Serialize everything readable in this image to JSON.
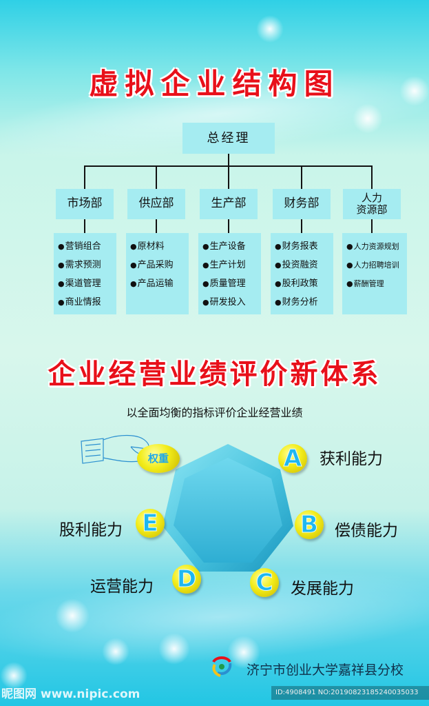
{
  "org_chart": {
    "title": "虚拟企业结构图",
    "ceo": "总经理",
    "departments": [
      {
        "name": "市场部",
        "duties": [
          "营销组合",
          "需求预测",
          "渠道管理",
          "商业情报"
        ]
      },
      {
        "name": "供应部",
        "duties": [
          "原材料",
          "产品采购",
          "产品运输"
        ]
      },
      {
        "name": "生产部",
        "duties": [
          "生产设备",
          "生产计划",
          "质量管理",
          "研发投入"
        ]
      },
      {
        "name": "财务部",
        "duties": [
          "财务报表",
          "投资融资",
          "股利政策",
          "财务分析"
        ]
      },
      {
        "name": "人力\n资源部",
        "duties": [
          "人力资源规划",
          "人力招聘培训",
          "薪酬管理"
        ]
      }
    ]
  },
  "evaluation": {
    "title": "企业经营业绩评价新体系",
    "subtitle": "以全面均衡的指标评价企业经营业绩",
    "weight_label": "权重",
    "abilities": [
      {
        "letter": "A",
        "label": "获利能力"
      },
      {
        "letter": "B",
        "label": "偿债能力"
      },
      {
        "letter": "C",
        "label": "发展能力"
      },
      {
        "letter": "D",
        "label": "运营能力"
      },
      {
        "letter": "E",
        "label": "股利能力"
      }
    ]
  },
  "footer": {
    "school": "济宁市创业大学嘉祥县分校",
    "watermark": "昵图网 www.nipic.com",
    "image_id": "ID:4908491 NO:20190823185240035033"
  },
  "colors": {
    "title_red": "#e8101a",
    "box_cyan": "#a5ecf1",
    "ball_yellow": "#f2ec1a",
    "letter_blue": "#1fb7f0",
    "heptagon": "#4cc7e0"
  }
}
